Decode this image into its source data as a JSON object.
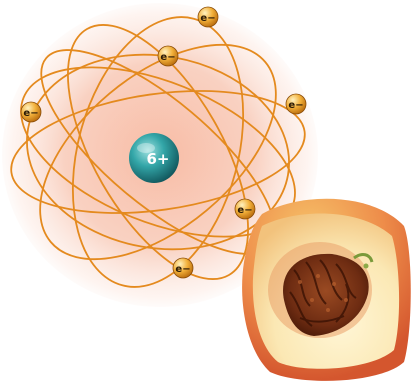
{
  "nucleus": {
    "charge_label": "6+",
    "color": "#2c9a9e"
  },
  "electrons": {
    "label": "e−",
    "count": 6,
    "color": "#e8a020"
  },
  "colors": {
    "orbit": "#e48a1e",
    "electron_cloud": "#f6b59c"
  },
  "illustration": {
    "fruit": "peach-half-with-pit"
  }
}
